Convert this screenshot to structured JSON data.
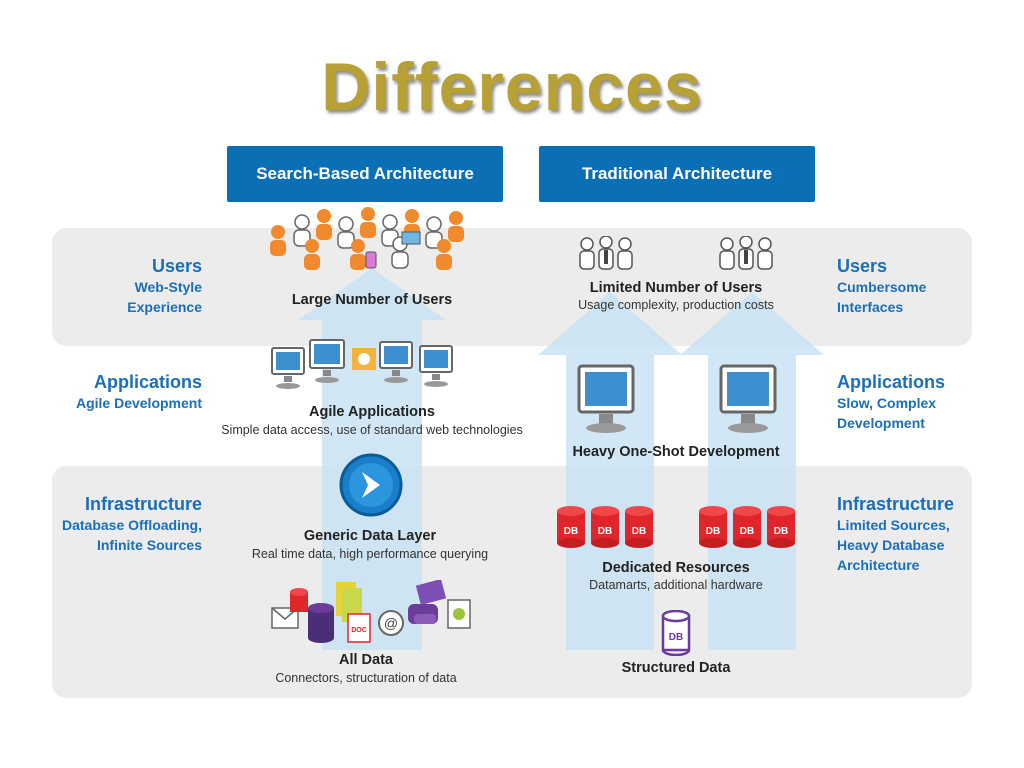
{
  "title": "Differences",
  "headers": {
    "search": "Search-Based Architecture",
    "traditional": "Traditional Architecture"
  },
  "left_labels": {
    "users": {
      "title": "Users",
      "sub1": "Web-Style",
      "sub2": "Experience"
    },
    "applications": {
      "title": "Applications",
      "sub1": "Agile Development"
    },
    "infrastructure": {
      "title": "Infrastructure",
      "sub1": "Database Offloading,",
      "sub2": "Infinite Sources"
    }
  },
  "right_labels": {
    "users": {
      "title": "Users",
      "sub1": "Cumbersome",
      "sub2": "Interfaces"
    },
    "applications": {
      "title": "Applications",
      "sub1": "Slow, Complex",
      "sub2": "Development"
    },
    "infrastructure": {
      "title": "Infrastructure",
      "sub1": "Limited Sources,",
      "sub2": "Heavy Database",
      "sub3": "Architecture"
    }
  },
  "search_column": {
    "users": {
      "title": "Large Number of Users"
    },
    "apps": {
      "title": "Agile Applications",
      "sub": "Simple data access, use of standard web technologies"
    },
    "layer": {
      "title": "Generic Data Layer",
      "sub": "Real time data, high performance querying"
    },
    "data": {
      "title": "All Data",
      "sub": "Connectors, structuration of data"
    }
  },
  "traditional_column": {
    "users": {
      "title": "Limited Number of Users",
      "sub": "Usage complexity, production costs"
    },
    "dev": {
      "title": "Heavy One-Shot Development"
    },
    "resources": {
      "title": "Dedicated Resources",
      "sub": "Datamarts, additional hardware"
    },
    "structured": {
      "title": "Structured Data"
    }
  },
  "db_label": "DB",
  "doc_label": "DOC",
  "colors": {
    "title": "#b7a036",
    "header_bg": "#0a6fb5",
    "label": "#1a6fb6",
    "band": "#ececec",
    "arrow": "#c9e3f3",
    "db_red": "#e0262b",
    "db_purple": "#6a3d9a",
    "user_orange": "#f08a2c"
  }
}
